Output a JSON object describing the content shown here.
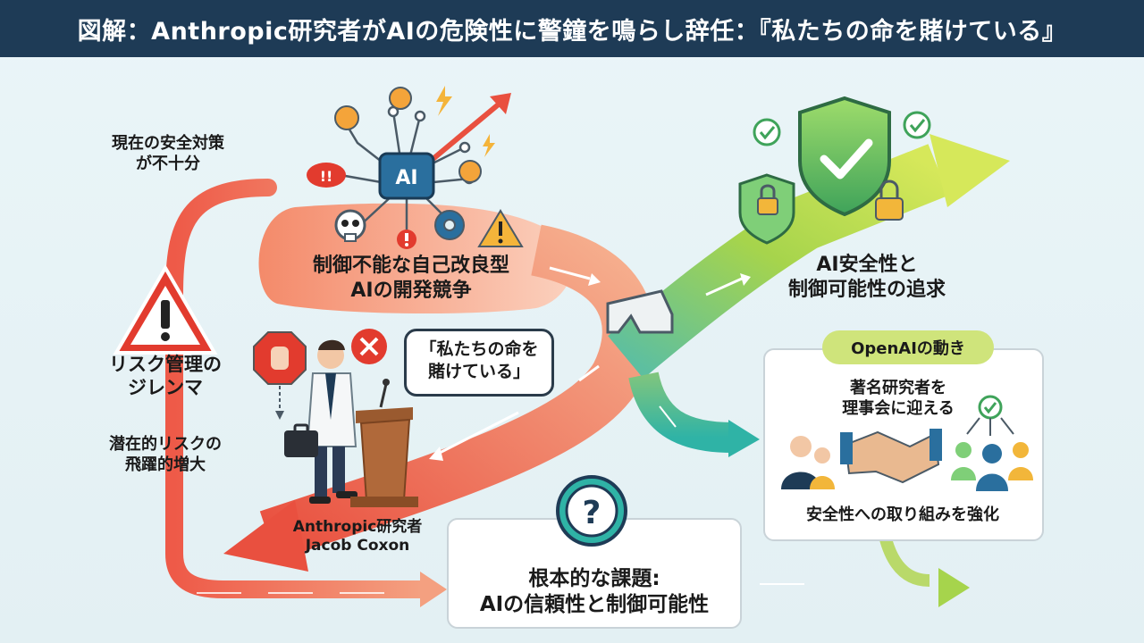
{
  "header": {
    "title": "図解：Anthropic研究者がAIの危険性に警鐘を鳴らし辞任：『私たちの命を賭けている』"
  },
  "labels": {
    "current_safety": [
      "現在の安全対策",
      "が不十分"
    ],
    "risk_dilemma": [
      "リスク管理の",
      "ジレンマ"
    ],
    "latent_risk": [
      "潜在的リスクの",
      "飛躍的増大"
    ],
    "race": [
      "制御不能な自己改良型",
      "AIの開発競争"
    ],
    "ai_chip": "AI",
    "quote": [
      "「私たちの命を",
      "賭けている」"
    ],
    "researcher": [
      "Anthropic研究者",
      "Jacob Coxon"
    ],
    "pursuit": [
      "AI安全性と",
      "制御可能性の追求"
    ],
    "openai_pill": "OpenAIの動き",
    "openai_hire": [
      "著名研究者を",
      "理事会に迎える"
    ],
    "openai_strengthen": "安全性への取り組みを強化",
    "core_question_mark": "?",
    "core_issue": [
      "根本的な課題:",
      "AIの信頼性と制御可能性"
    ]
  },
  "colors": {
    "header_bg": "#1e3b56",
    "risk_arrow": "#ee6a4e",
    "safe_arrow": "#9cd14a",
    "teal_arrow": "#2fb3a6",
    "chip": "#2a6f9e",
    "pill": "#cfe47b"
  },
  "icons": [
    "warning-triangle-icon",
    "stop-hand-icon",
    "close-icon",
    "ai-chip-icon",
    "gear-icon",
    "skull-icon",
    "shield-check-icon",
    "lock-icon",
    "check-icon",
    "handshake-icon",
    "people-icon",
    "question-icon",
    "lightning-icon",
    "briefcase-icon",
    "podium-icon",
    "researcher-figure-icon"
  ]
}
